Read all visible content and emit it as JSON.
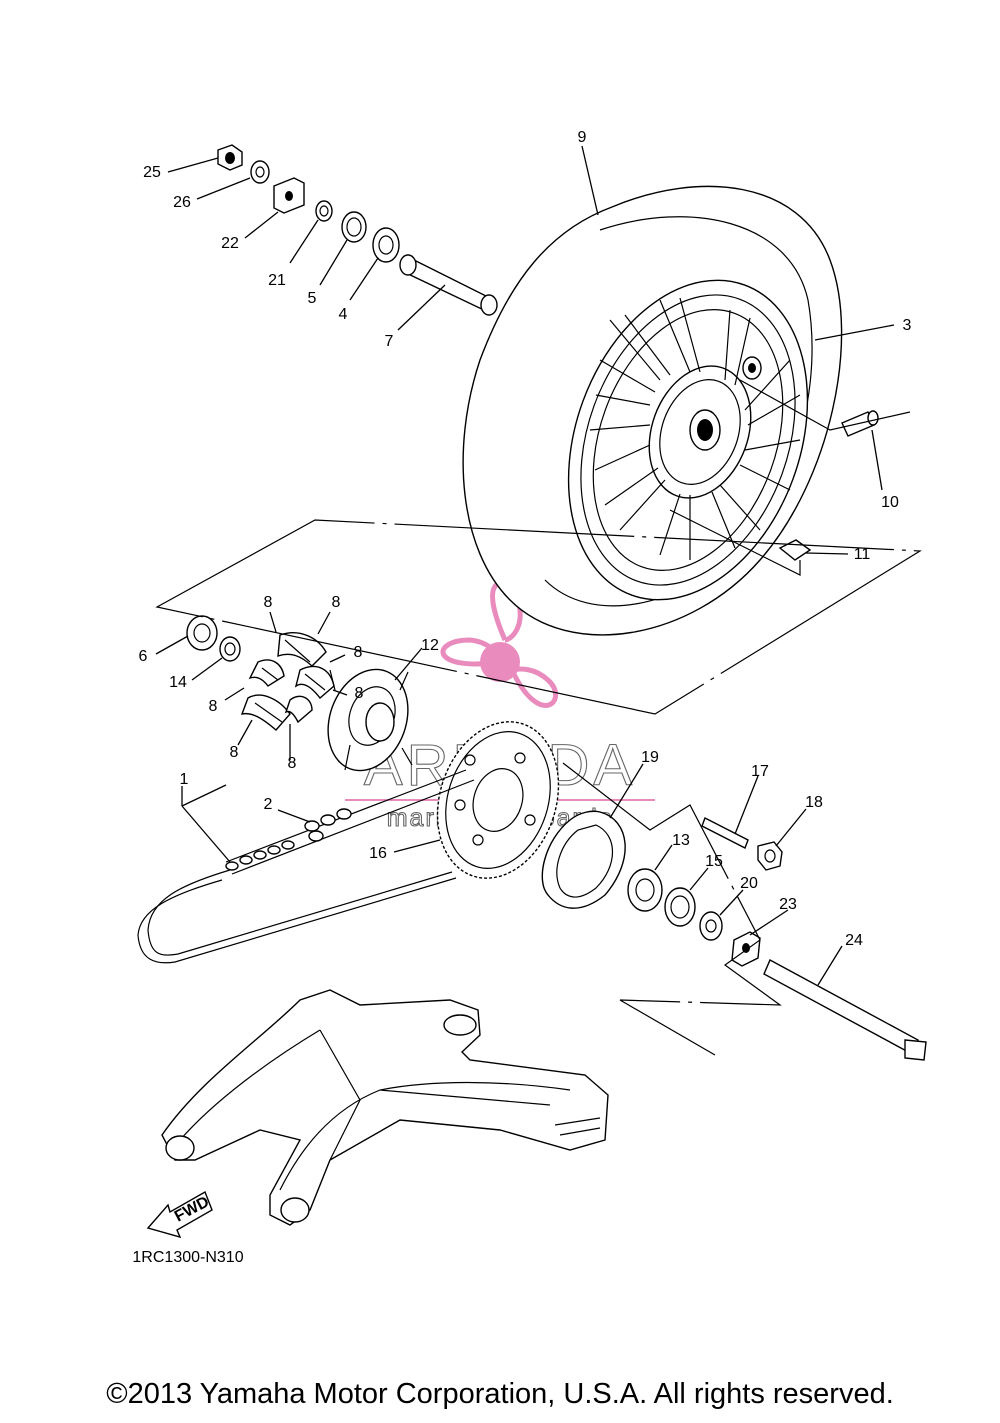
{
  "diagram_code": "1RC1300-N310",
  "fwd_label": "FWD",
  "copyright": "©2013 Yamaha Motor Corporation, U.S.A. All rights reserved.",
  "watermark": {
    "brand": "ARMADA",
    "tagline": "marine outboards",
    "color": "#e98bbd"
  },
  "callouts": {
    "p1": "1",
    "p2": "2",
    "p3": "3",
    "p4": "4",
    "p5": "5",
    "p6": "6",
    "p7": "7",
    "p8a": "8",
    "p8b": "8",
    "p8c": "8",
    "p8d": "8",
    "p8e": "8",
    "p8f": "8",
    "p9": "9",
    "p10": "10",
    "p11": "11",
    "p12": "12",
    "p13": "13",
    "p14": "14",
    "p15": "15",
    "p16": "16",
    "p17": "17",
    "p18": "18",
    "p19": "19",
    "p20": "20",
    "p21": "21",
    "p22": "22",
    "p23": "23",
    "p24": "24",
    "p25": "25",
    "p26": "26"
  }
}
